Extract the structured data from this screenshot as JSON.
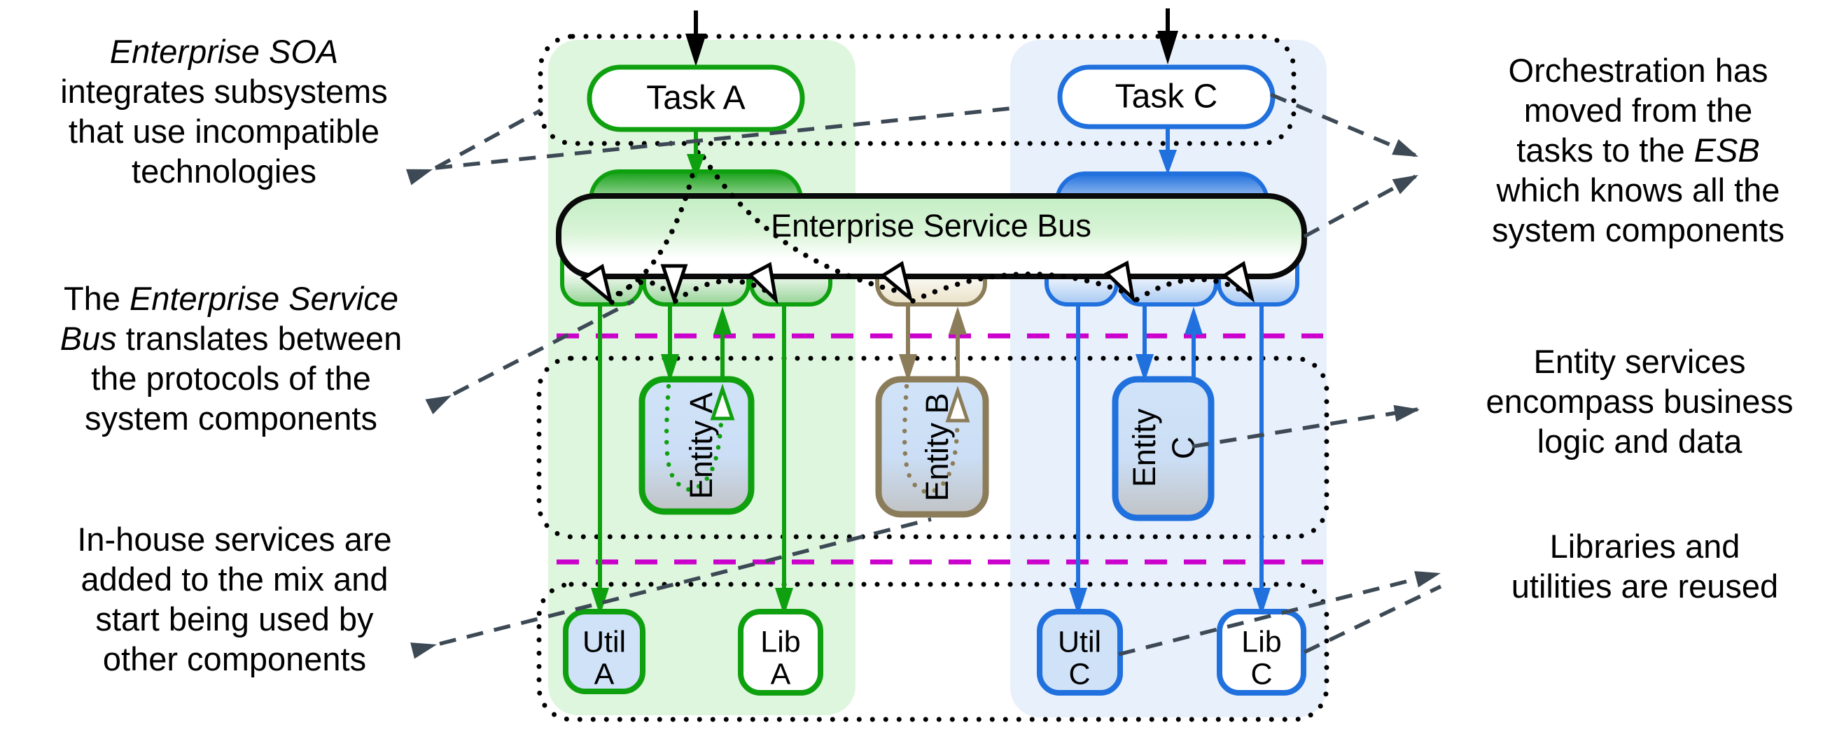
{
  "title": "Enterprise SOA with Enterprise Service Bus diagram",
  "colors": {
    "green": "#0fa00f",
    "blue": "#2070dd",
    "tan": "#8c7d5a",
    "magenta": "#cc00cc",
    "green_panel": "#dff6de",
    "blue_panel": "#e8f0fc",
    "callout_dash": "#3d4a55",
    "entity_fill_top": "#d0e3f8",
    "entity_fill_bottom": "#c1c3c5"
  },
  "annotations": {
    "top_left": {
      "lines": [
        [
          {
            "t": "Enterprise SOA",
            "i": 1
          }
        ],
        [
          {
            "t": "integrates subsystems"
          }
        ],
        [
          {
            "t": "that use incompatible"
          }
        ],
        [
          {
            "t": "technologies"
          }
        ]
      ]
    },
    "mid_left": {
      "lines": [
        [
          {
            "t": "The "
          },
          {
            "t": "Enterprise Service",
            "i": 1
          }
        ],
        [
          {
            "t": "Bus",
            "i": 1
          },
          {
            "t": " translates between"
          }
        ],
        [
          {
            "t": "the protocols of the"
          }
        ],
        [
          {
            "t": "system components"
          }
        ]
      ]
    },
    "bottom_left": {
      "lines": [
        [
          {
            "t": "In-house services are"
          }
        ],
        [
          {
            "t": "added to the mix and"
          }
        ],
        [
          {
            "t": "start being used by"
          }
        ],
        [
          {
            "t": "other components"
          }
        ]
      ]
    },
    "top_right": {
      "lines": [
        [
          {
            "t": "Orchestration has"
          }
        ],
        [
          {
            "t": "moved from the"
          }
        ],
        [
          {
            "t": "tasks to the "
          },
          {
            "t": "ESB",
            "i": 1
          }
        ],
        [
          {
            "t": "which knows all the"
          }
        ],
        [
          {
            "t": "system components"
          }
        ]
      ]
    },
    "mid_right": {
      "lines": [
        [
          {
            "t": "Entity services"
          }
        ],
        [
          {
            "t": "encompass business"
          }
        ],
        [
          {
            "t": "logic and data"
          }
        ]
      ]
    },
    "bottom_right": {
      "lines": [
        [
          {
            "t": "Libraries and"
          }
        ],
        [
          {
            "t": "utilities are reused"
          }
        ]
      ]
    }
  },
  "diagram": {
    "esb_label": "Enterprise Service Bus",
    "task_a": "Task A",
    "task_c": "Task C",
    "entity_a": "Entity A",
    "entity_b": "Entity B",
    "entity_c_line1": "Entity",
    "entity_c_line2": "C",
    "util_a_line1": "Util",
    "util_a_line2": "A",
    "lib_a_line1": "Lib",
    "lib_a_line2": "A",
    "util_c_line1": "Util",
    "util_c_line2": "C",
    "lib_c_line1": "Lib",
    "lib_c_line2": "C"
  }
}
